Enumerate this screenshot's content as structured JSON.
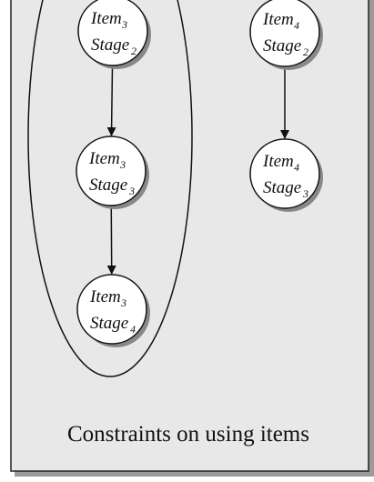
{
  "caption": "Constraints on using  items",
  "nodes": [
    {
      "id": "item3-stage2",
      "item": "Item",
      "item_sub": "3",
      "stage": "Stage",
      "stage_sub": "2"
    },
    {
      "id": "item3-stage3",
      "item": "Item",
      "item_sub": "3",
      "stage": "Stage",
      "stage_sub": "3"
    },
    {
      "id": "item3-stage4",
      "item": "Item",
      "item_sub": "3",
      "stage": "Stage",
      "stage_sub": "4"
    },
    {
      "id": "item4-stage2",
      "item": "Item",
      "item_sub": "4",
      "stage": "Stage",
      "stage_sub": "2"
    },
    {
      "id": "item4-stage3",
      "item": "Item",
      "item_sub": "4",
      "stage": "Stage",
      "stage_sub": "3"
    }
  ],
  "edges": [
    {
      "from": "item3-stage2",
      "to": "item3-stage3"
    },
    {
      "from": "item3-stage3",
      "to": "item3-stage4"
    },
    {
      "from": "item4-stage2",
      "to": "item4-stage3"
    }
  ],
  "groups": [
    {
      "name": "item3-group",
      "members": [
        "item3-stage2",
        "item3-stage3",
        "item3-stage4"
      ]
    }
  ],
  "colors": {
    "panel": "#e8e8e8",
    "panel_border": "#222222",
    "panel_shadow": "#9a9a9a",
    "node_fill": "#ffffff",
    "node_shadow": "#888888",
    "stroke": "#111111"
  }
}
